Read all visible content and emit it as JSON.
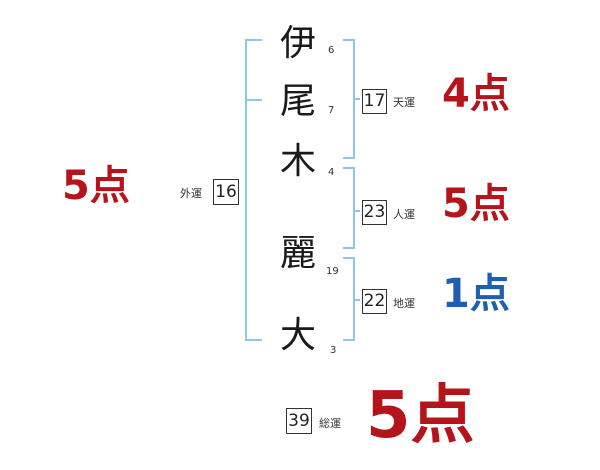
{
  "colors": {
    "bracket": "#8ec8e6",
    "score_red": "#b5141a",
    "score_blue": "#1f5fb0"
  },
  "name": {
    "chars": [
      {
        "char": "伊",
        "strokes": "6"
      },
      {
        "char": "尾",
        "strokes": "7"
      },
      {
        "char": "木",
        "strokes": "4"
      },
      {
        "char": "麗",
        "strokes": "19"
      },
      {
        "char": "大",
        "strokes": "3"
      }
    ]
  },
  "fortunes": {
    "gaiun": {
      "label": "外運",
      "value": "16"
    },
    "tenun": {
      "label": "天運",
      "value": "17"
    },
    "jinun": {
      "label": "人運",
      "value": "23"
    },
    "chiun": {
      "label": "地運",
      "value": "22"
    },
    "souun": {
      "label": "総運",
      "value": "39"
    }
  },
  "scores": {
    "gaiun": "5点",
    "tenun": "4点",
    "jinun": "5点",
    "chiun": "1点",
    "souun": "5点"
  }
}
